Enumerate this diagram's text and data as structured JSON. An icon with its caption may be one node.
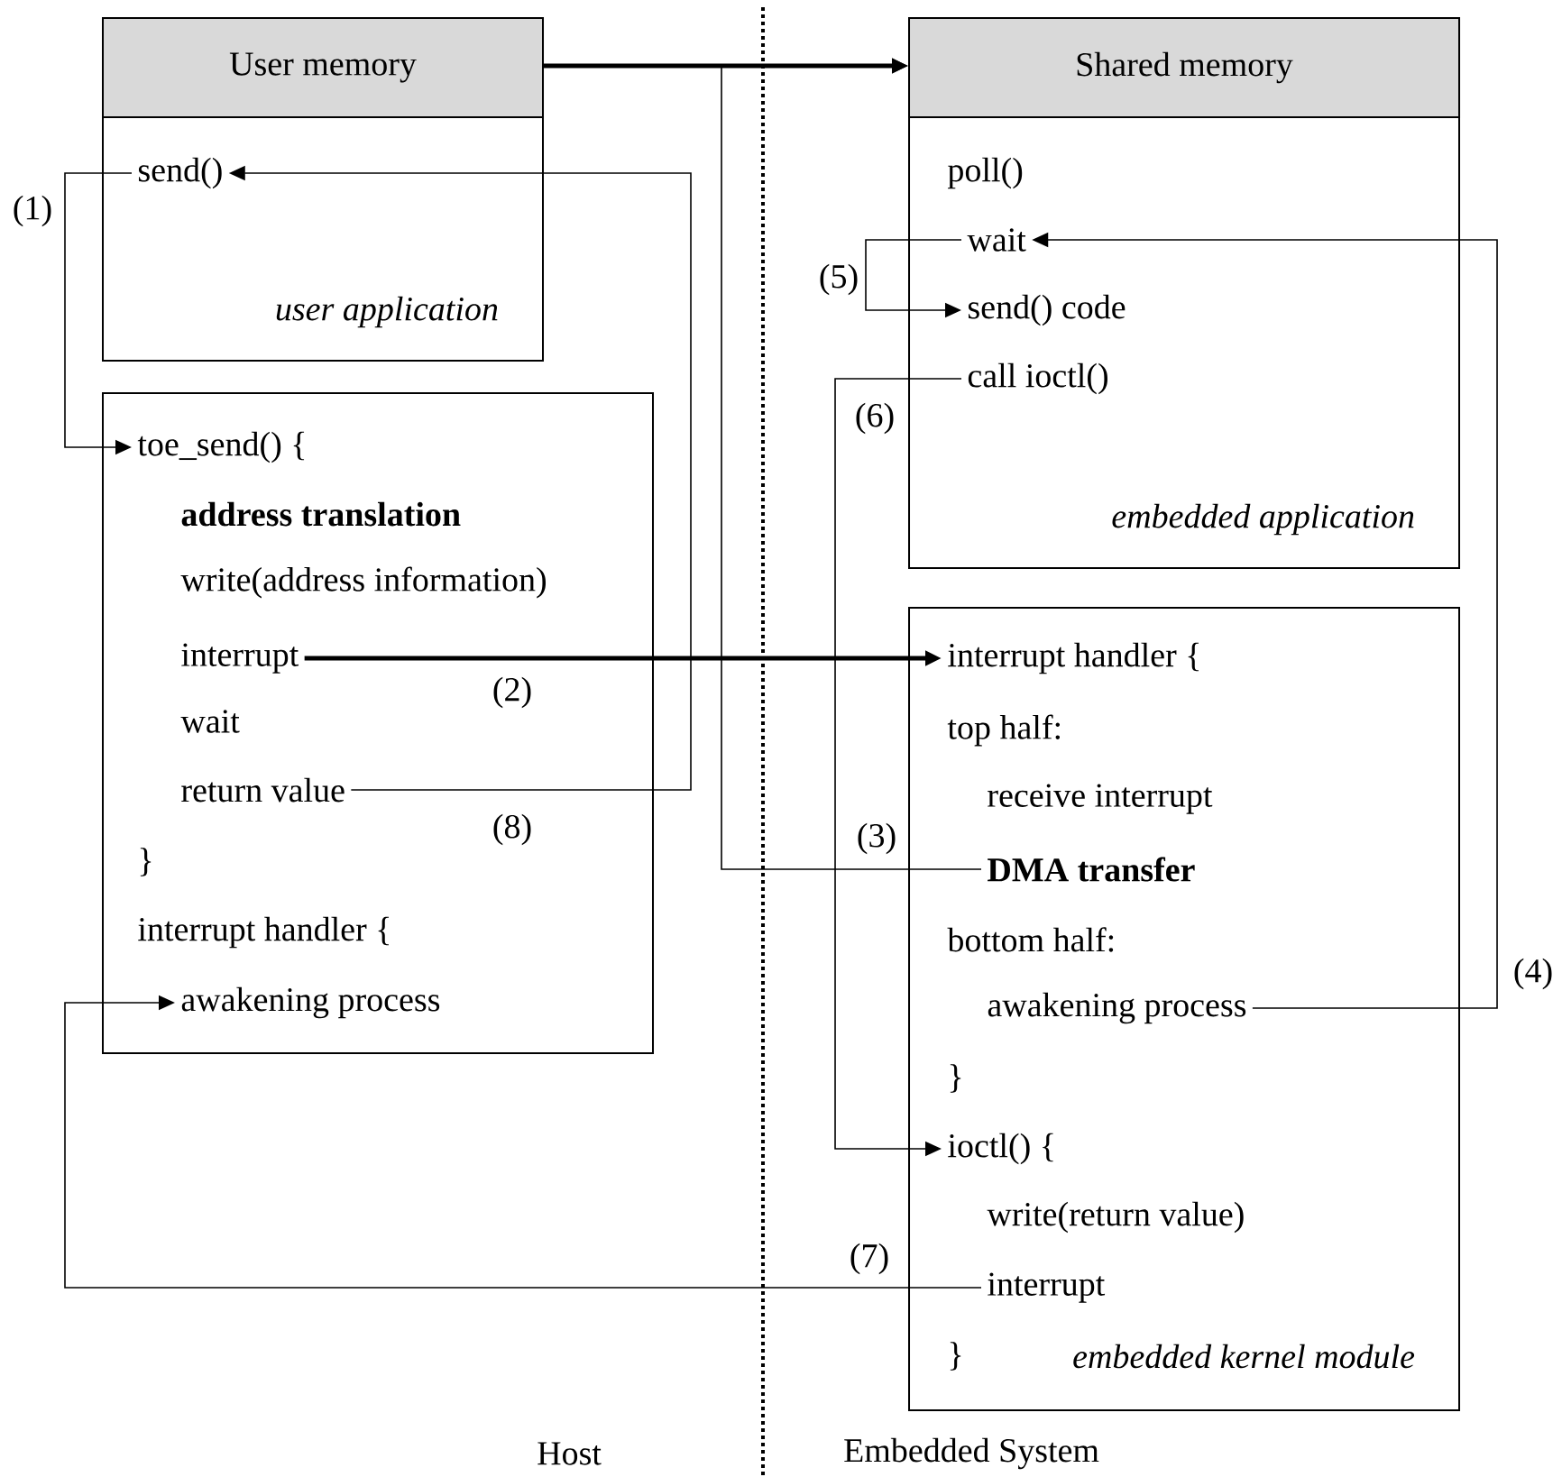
{
  "diagram": {
    "nodes": [
      {
        "text": [
          "User memory",
          "user application"
        ]
      },
      {
        "text": [
          "send()"
        ],
        "in": 0
      },
      {
        "text": [],
        "shape": "box"
      },
      {
        "text": [
          "toe_send() {"
        ],
        "in": 2
      },
      {
        "text": [
          "address translation"
        ],
        "in": 2
      },
      {
        "text": [
          "write(address information)"
        ],
        "in": 2
      },
      {
        "text": [
          "interrupt"
        ],
        "in": 2
      },
      {
        "text": [
          "wait"
        ],
        "in": 2
      },
      {
        "text": [
          "return value"
        ],
        "in": 2
      },
      {
        "text": [
          "}"
        ],
        "in": 2
      },
      {
        "text": [
          "interrupt handler {"
        ],
        "in": 2
      },
      {
        "text": [
          "awakening process"
        ],
        "in": 2
      },
      {
        "text": [
          "Shared memory",
          "embedded application"
        ]
      },
      {
        "text": [
          "poll()"
        ],
        "in": 12
      },
      {
        "text": [
          "wait"
        ],
        "in": 12
      },
      {
        "text": [
          "send() code"
        ],
        "in": 12
      },
      {
        "text": [
          "call ioctl()"
        ],
        "in": 12
      },
      {
        "text": [
          "embedded kernel module"
        ]
      },
      {
        "text": [
          "interrupt handler {"
        ],
        "in": 17
      },
      {
        "text": [
          "top half:"
        ],
        "in": 17
      },
      {
        "text": [
          "receive interrupt"
        ],
        "in": 17
      },
      {
        "text": [
          "DMA transfer"
        ],
        "in": 17
      },
      {
        "text": [
          "bottom half:"
        ],
        "in": 17
      },
      {
        "text": [
          "awakening process"
        ],
        "in": 17
      },
      {
        "text": [
          "}"
        ],
        "in": 17
      },
      {
        "text": [
          "ioctl() {"
        ],
        "in": 17
      },
      {
        "text": [
          "write(return value)"
        ],
        "in": 17
      },
      {
        "text": [
          "interrupt"
        ],
        "in": 17
      },
      {
        "text": [
          "}"
        ],
        "in": 17
      }
    ],
    "edges": [
      {
        "from": 0,
        "to": 12,
        "arrow": "to",
        "style": "thick"
      },
      {
        "from": 1,
        "to": 3,
        "arrow": "to",
        "label": "(1)"
      },
      {
        "from": 6,
        "to": 18,
        "arrow": "to",
        "label": "(2)",
        "style": "thick"
      },
      {
        "from": 21,
        "to": 12,
        "arrow": "to",
        "label": "(3)"
      },
      {
        "from": 23,
        "to": 14,
        "arrow": "to",
        "label": "(4)"
      },
      {
        "from": 14,
        "to": 15,
        "arrow": "to",
        "label": "(5)"
      },
      {
        "from": 16,
        "to": 25,
        "arrow": "to",
        "label": "(6)"
      },
      {
        "from": 27,
        "to": 11,
        "arrow": "to",
        "label": "(7)"
      },
      {
        "from": 8,
        "to": 1,
        "arrow": "to",
        "label": "(8)"
      }
    ],
    "labels": [
      "Host",
      "Embedded System"
    ]
  }
}
